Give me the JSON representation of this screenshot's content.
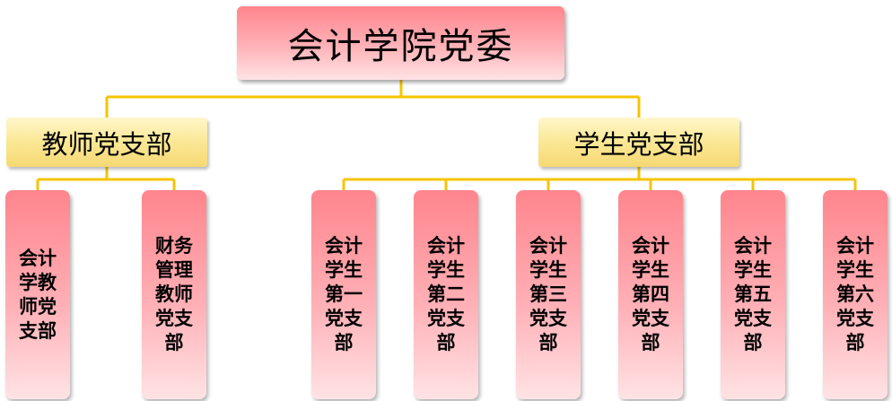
{
  "root": {
    "label": "会计学院党委"
  },
  "branches": [
    {
      "label": "教师党支部",
      "children": [
        {
          "label": "会计学教师党支部"
        },
        {
          "label": "财务管理教师党支部"
        }
      ]
    },
    {
      "label": "学生党支部",
      "children": [
        {
          "label": "会计学生第一党支部"
        },
        {
          "label": "会计学生第二党支部"
        },
        {
          "label": "会计学生第三党支部"
        },
        {
          "label": "会计学生第四党支部"
        },
        {
          "label": "会计学生第五党支部"
        },
        {
          "label": "会计学生第六党支部"
        }
      ]
    }
  ],
  "colors": {
    "connector": "#f5c400",
    "root_fill": "#ff858d",
    "branch_fill": "#fbe999",
    "leaf_fill": "#ff858d"
  }
}
